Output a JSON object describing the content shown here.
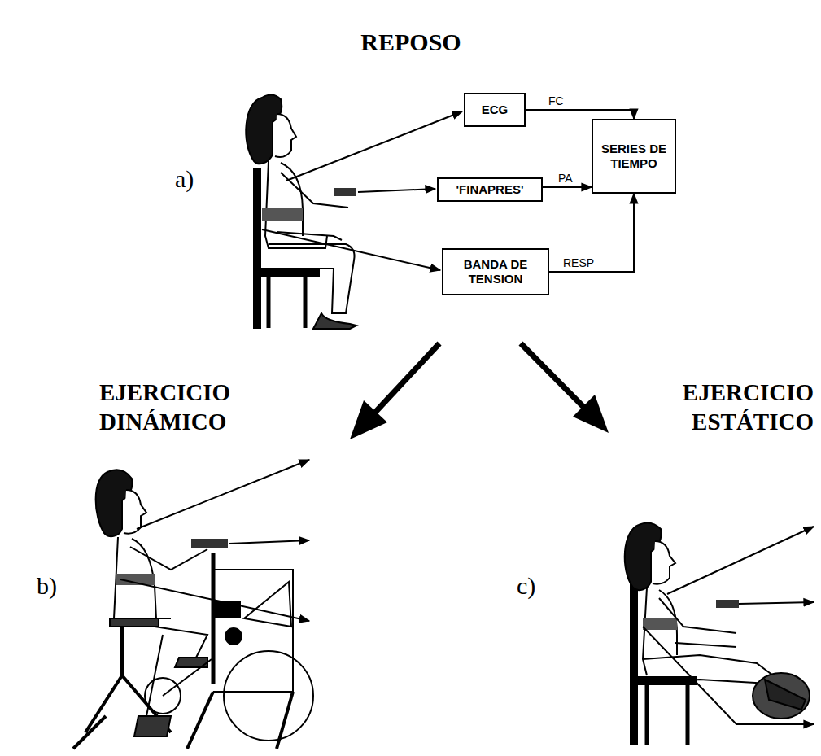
{
  "diagram": {
    "title": "REPOSO",
    "nodes": [
      {
        "text": [
          "ECG"
        ]
      },
      {
        "text": [
          "'FINAPRES'"
        ]
      },
      {
        "text": [
          "BANDA DE TENSION"
        ]
      },
      {
        "text": [
          "SERIES DE TIEMPO"
        ]
      }
    ],
    "edges": [
      {
        "from": 0,
        "to": 3,
        "label": "FC",
        "arrow": "to"
      },
      {
        "from": 1,
        "to": 3,
        "label": "PA",
        "arrow": "to"
      },
      {
        "from": 2,
        "to": 3,
        "label": "RESP",
        "arrow": "to"
      }
    ],
    "labels": [
      "a)",
      "EJERCICIO DINÁMICO",
      "EJERCICIO ESTÁTICO",
      "b)",
      "c)"
    ]
  }
}
